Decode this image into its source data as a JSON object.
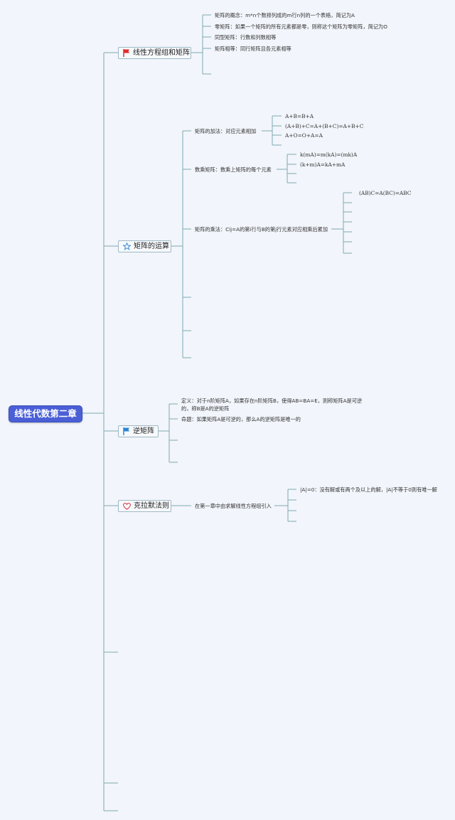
{
  "root": {
    "label": "线性代数第二章"
  },
  "branches": [
    {
      "label": "线性方程组和矩阵",
      "icon": "red-flag-icon",
      "children": [
        "矩阵的概念：m*n个数排列成的m行n列的一个表格，简记为A",
        "零矩阵：如果一个矩阵的所有元素都是零，则称这个矩阵为零矩阵，简记为O",
        "同型矩阵：行数和列数相等",
        "矩阵相等：同行矩阵且各元素相等"
      ]
    },
    {
      "label": "矩阵的运算",
      "icon": "star-icon",
      "children": [
        {
          "label": "矩阵的加法：对应元素相加",
          "items": [
            "A+B=B+A",
            "(A+B)+C=A+(B+C)=A+B+C",
            "A+O=O+A=A"
          ]
        },
        {
          "label": "数乘矩阵：数乘上矩阵的每个元素",
          "items": [
            "k(mA)=m(kA)=(mk)A",
            "(k+m)A=kA+mA"
          ]
        },
        {
          "label": "矩阵的乘法：Cij=A的第i行与B的第j行元素对应相乘后累加",
          "items": [
            "(AB)C=A(BC)=ABC"
          ]
        }
      ]
    },
    {
      "label": "逆矩阵",
      "icon": "blue-flag-icon",
      "children": [
        "定义：对于n阶矩阵A，如果存在n阶矩阵B，使得AB=BA=E，则称矩阵A是可逆的，称B是A的逆矩阵",
        "命题：如果矩阵A是可逆的，那么A的逆矩阵是唯一的"
      ]
    },
    {
      "label": "克拉默法则",
      "icon": "heart-icon",
      "children": [
        {
          "label": "在第一章中由求解线性方程组引入",
          "items": [
            "|A|=0：没有解或有两个及以上的解，|A|不等于0则有唯一解"
          ]
        }
      ]
    }
  ],
  "colors": {
    "root_fill": "#4a5fd6",
    "line": "#7fa9b0",
    "background": "#f2f5fb",
    "flag_red": "#e02a2a",
    "flag_blue": "#2a86d6",
    "heart": "#d9333f",
    "star": "#2a86d6"
  }
}
